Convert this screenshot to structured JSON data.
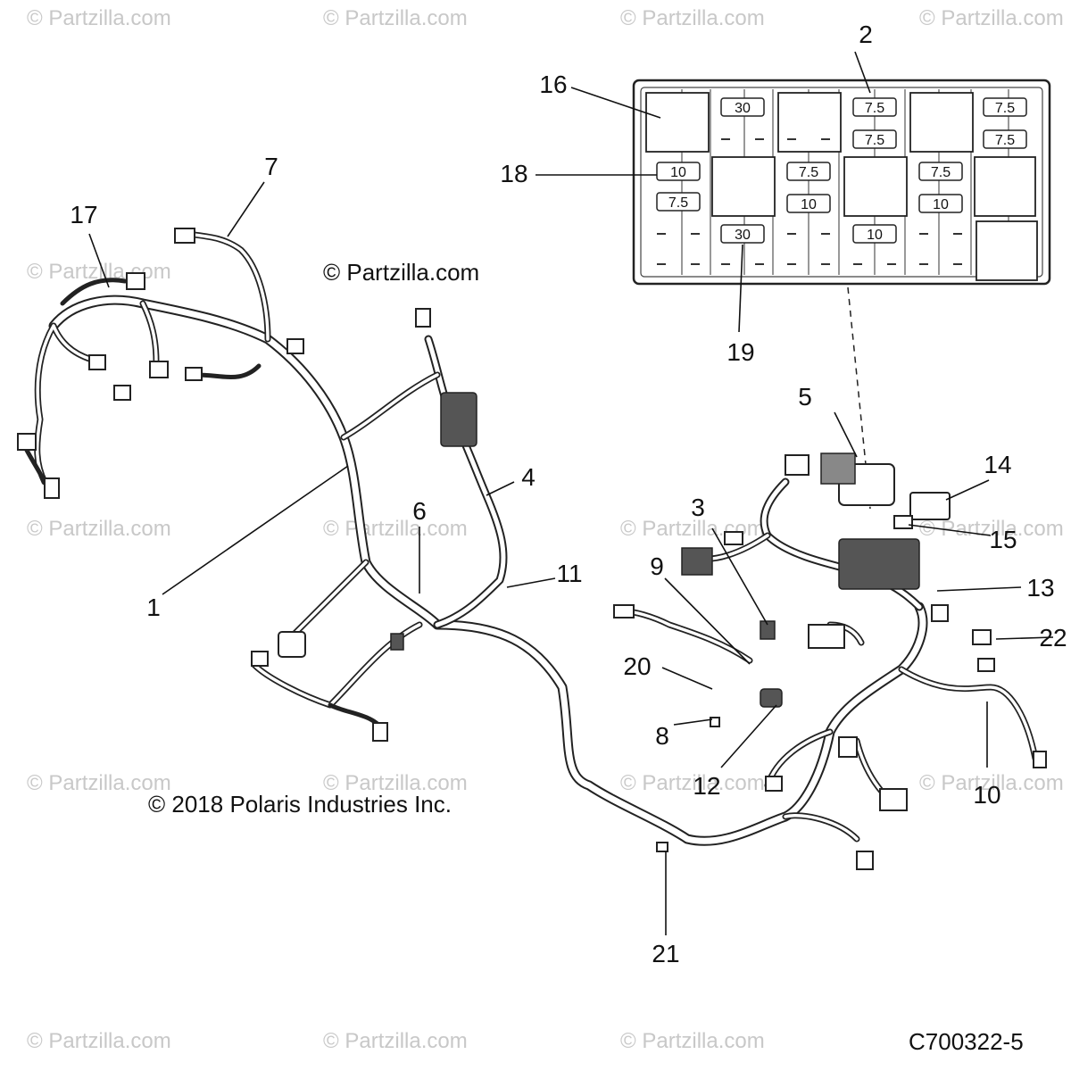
{
  "watermark": {
    "text": "© Partzilla.com",
    "color": "#c8c8c8"
  },
  "notes": {
    "partzilla": "© Partzilla.com",
    "copyright": "© 2018 Polaris Industries Inc.",
    "drawing_code": "C700322-5"
  },
  "callouts": [
    {
      "id": "1",
      "label": "1"
    },
    {
      "id": "2",
      "label": "2"
    },
    {
      "id": "3",
      "label": "3"
    },
    {
      "id": "4",
      "label": "4"
    },
    {
      "id": "5",
      "label": "5"
    },
    {
      "id": "6",
      "label": "6"
    },
    {
      "id": "7",
      "label": "7"
    },
    {
      "id": "8",
      "label": "8"
    },
    {
      "id": "9",
      "label": "9"
    },
    {
      "id": "10",
      "label": "10"
    },
    {
      "id": "11",
      "label": "11"
    },
    {
      "id": "12",
      "label": "12"
    },
    {
      "id": "13",
      "label": "13"
    },
    {
      "id": "14",
      "label": "14"
    },
    {
      "id": "15",
      "label": "15"
    },
    {
      "id": "16",
      "label": "16"
    },
    {
      "id": "17",
      "label": "17"
    },
    {
      "id": "18",
      "label": "18"
    },
    {
      "id": "19",
      "label": "19"
    },
    {
      "id": "20",
      "label": "20"
    },
    {
      "id": "21",
      "label": "21"
    },
    {
      "id": "22",
      "label": "22"
    }
  ],
  "fuse_box": {
    "fuse_ratings": [
      "30",
      "7.5",
      "7.5",
      "7.5",
      "7.5",
      "10",
      "7.5",
      "7.5",
      "10",
      "7.5",
      "10",
      "30",
      "10"
    ]
  }
}
